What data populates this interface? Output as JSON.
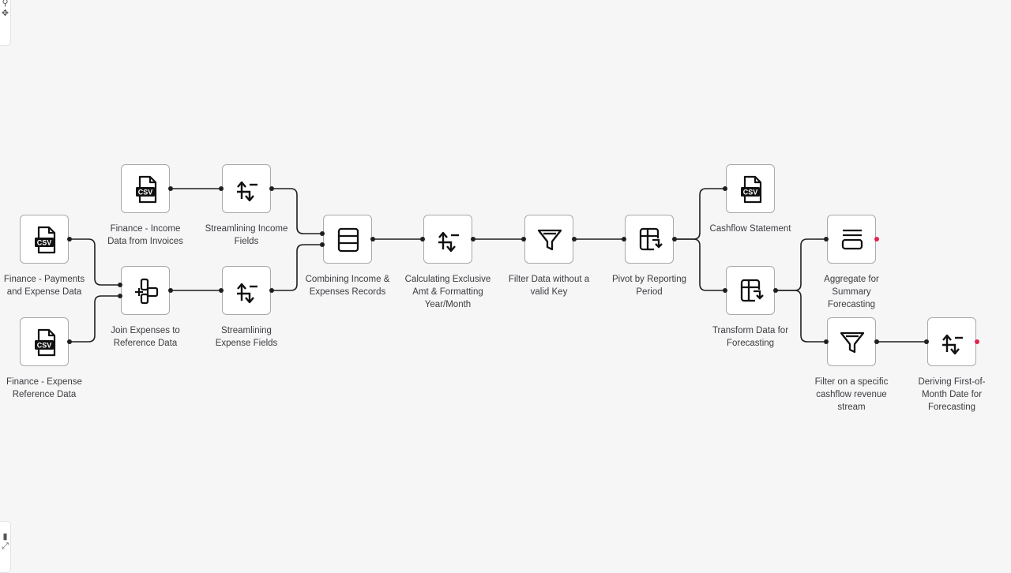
{
  "nodes": [
    {
      "id": "n1",
      "name": "node-finance-income-csv",
      "icon": "csv-file-icon",
      "label": "Finance - Income\nData from Invoices"
    },
    {
      "id": "n2",
      "name": "node-streamlining-income",
      "icon": "transform-arrows-icon",
      "label": "Streamlining Income\nFields"
    },
    {
      "id": "n3",
      "name": "node-finance-payments-csv",
      "icon": "csv-file-icon",
      "label": "Finance - Payments\nand Expense Data"
    },
    {
      "id": "n4",
      "name": "node-join-expenses",
      "icon": "join-icon",
      "label": "Join Expenses to\nReference Data"
    },
    {
      "id": "n5",
      "name": "node-streamlining-expense",
      "icon": "transform-arrows-icon",
      "label": "Streamlining\nExpense Fields"
    },
    {
      "id": "n6",
      "name": "node-finance-expense-reference-csv",
      "icon": "csv-file-icon",
      "label": "Finance - Expense\nReference Data"
    },
    {
      "id": "n7",
      "name": "node-combining-records",
      "icon": "union-icon",
      "label": "Combining Income &\nExpenses Records"
    },
    {
      "id": "n8",
      "name": "node-calculating-exclusive-amt",
      "icon": "transform-arrows-icon",
      "label": "Calculating Exclusive\nAmt & Formatting\nYear/Month"
    },
    {
      "id": "n9",
      "name": "node-filter-valid-key",
      "icon": "filter-icon",
      "label": "Filter Data without a\nvalid Key"
    },
    {
      "id": "n10",
      "name": "node-pivot-reporting-period",
      "icon": "pivot-icon",
      "label": "Pivot by Reporting\nPeriod"
    },
    {
      "id": "n11",
      "name": "node-cashflow-statement-csv",
      "icon": "csv-file-icon",
      "label": "Cashflow Statement"
    },
    {
      "id": "n12",
      "name": "node-transform-forecasting",
      "icon": "pivot-icon",
      "label": "Transform Data for\nForecasting"
    },
    {
      "id": "n13",
      "name": "node-aggregate-summary",
      "icon": "aggregate-icon",
      "label": "Aggregate for\nSummary\nForecasting"
    },
    {
      "id": "n14",
      "name": "node-filter-cashflow-revenue",
      "icon": "filter-icon",
      "label": "Filter on a specific\ncashflow revenue\nstream"
    },
    {
      "id": "n15",
      "name": "node-deriving-first-of-month",
      "icon": "transform-arrows-icon",
      "label": "Deriving First-of-\nMonth Date for\nForecasting"
    }
  ],
  "csv_badge": "CSV",
  "colors": {
    "wire": "#1f1f1f",
    "node_border": "#a9a9ad",
    "open_port": "#e0264b",
    "background": "#f6f6f7"
  }
}
